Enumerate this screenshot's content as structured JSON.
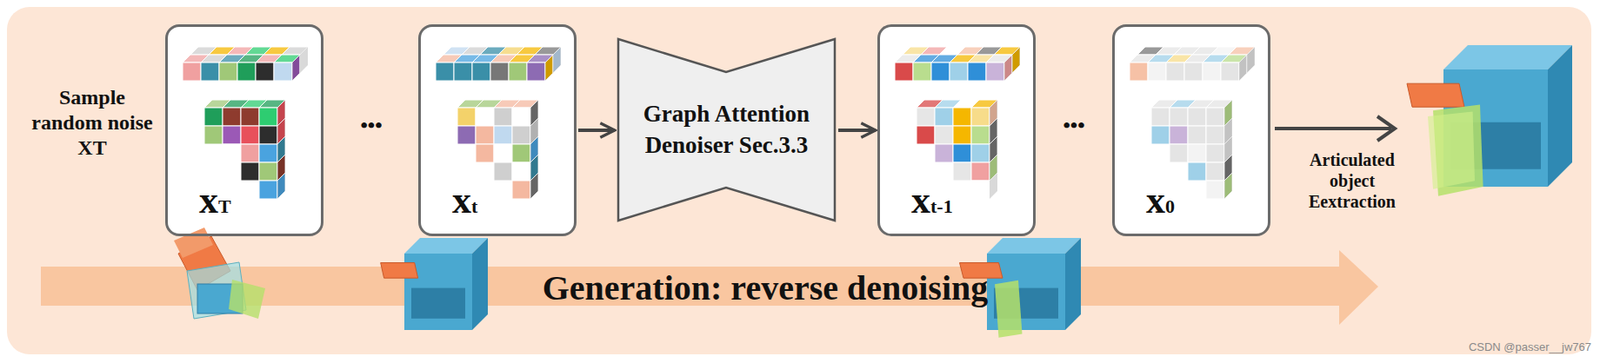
{
  "diagram": {
    "nodes": [
      {
        "text": [
          "xT"
        ]
      },
      {
        "text": [
          "xt"
        ]
      },
      {
        "text": [
          "Graph Attention Denoiser Sec.3.3"
        ]
      },
      {
        "text": [
          "xt-1"
        ]
      },
      {
        "text": [
          "x0"
        ]
      }
    ],
    "edges": [
      {
        "from": 1,
        "to": 2,
        "arrow": "to"
      },
      {
        "from": 2,
        "to": 3,
        "arrow": "to"
      }
    ],
    "labels": [
      "Sample random noise XT",
      "•••",
      "•••",
      "Articulated object Eextraction",
      "Generation: reverse denoising",
      "CSDN @passer__jw767"
    ]
  }
}
